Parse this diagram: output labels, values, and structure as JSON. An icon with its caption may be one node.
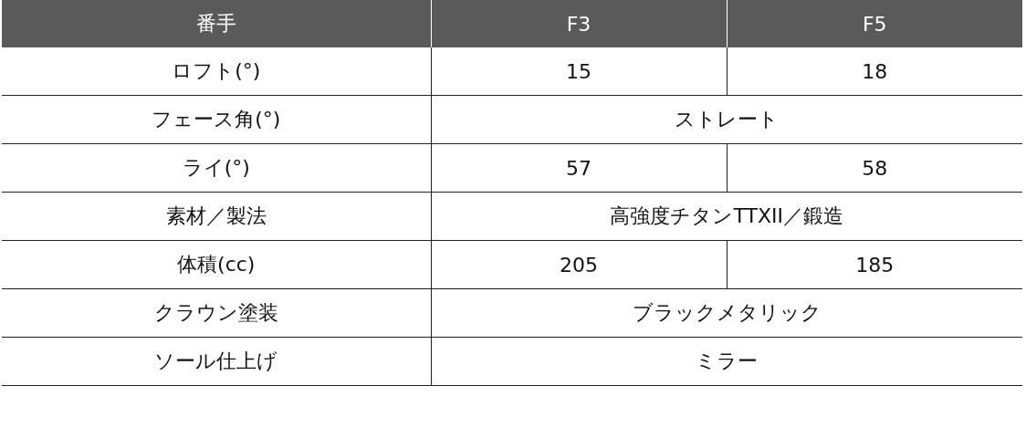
{
  "diagram": {
    "labels": [
      "番手",
      "F3",
      "F5",
      "ロフト(°)",
      "15",
      "18",
      "フェース角(°)",
      "ストレート",
      "ライ(°)",
      "57",
      "58",
      "素材／製法",
      "高強度チタンTTXII／鍛造",
      "体積(cc)",
      "205",
      "185",
      "クラウン塗装",
      "ブラックメタリック",
      "ソール仕上げ",
      "ミラー"
    ]
  }
}
